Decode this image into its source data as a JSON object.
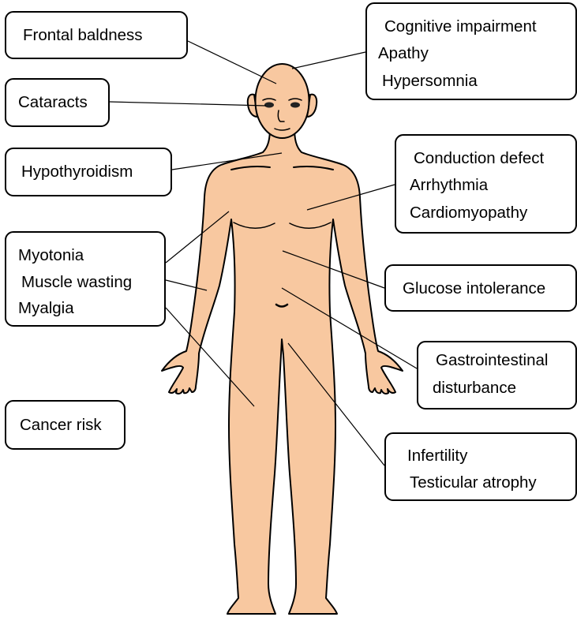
{
  "diagram": {
    "colors": {
      "skin": "#f8c8a0",
      "outline": "#000000",
      "box_border": "#000000",
      "background": "#ffffff"
    },
    "labels": {
      "frontal_baldness": [
        "Frontal baldness"
      ],
      "cognitive": [
        "Cognitive impairment",
        "Apathy",
        "Hypersomnia"
      ],
      "cataracts": [
        "Cataracts"
      ],
      "hypothyroidism": [
        "Hypothyroidism"
      ],
      "cardiac": [
        "Conduction defect",
        "Arrhythmia",
        "Cardiomyopathy"
      ],
      "muscle": [
        "Myotonia",
        "Muscle wasting",
        "Myalgia"
      ],
      "glucose": [
        "Glucose intolerance"
      ],
      "gastro": [
        "Gastrointestinal",
        "disturbance"
      ],
      "cancer": [
        "Cancer risk"
      ],
      "reproductive": [
        "Infertility",
        "Testicular atrophy"
      ]
    }
  }
}
